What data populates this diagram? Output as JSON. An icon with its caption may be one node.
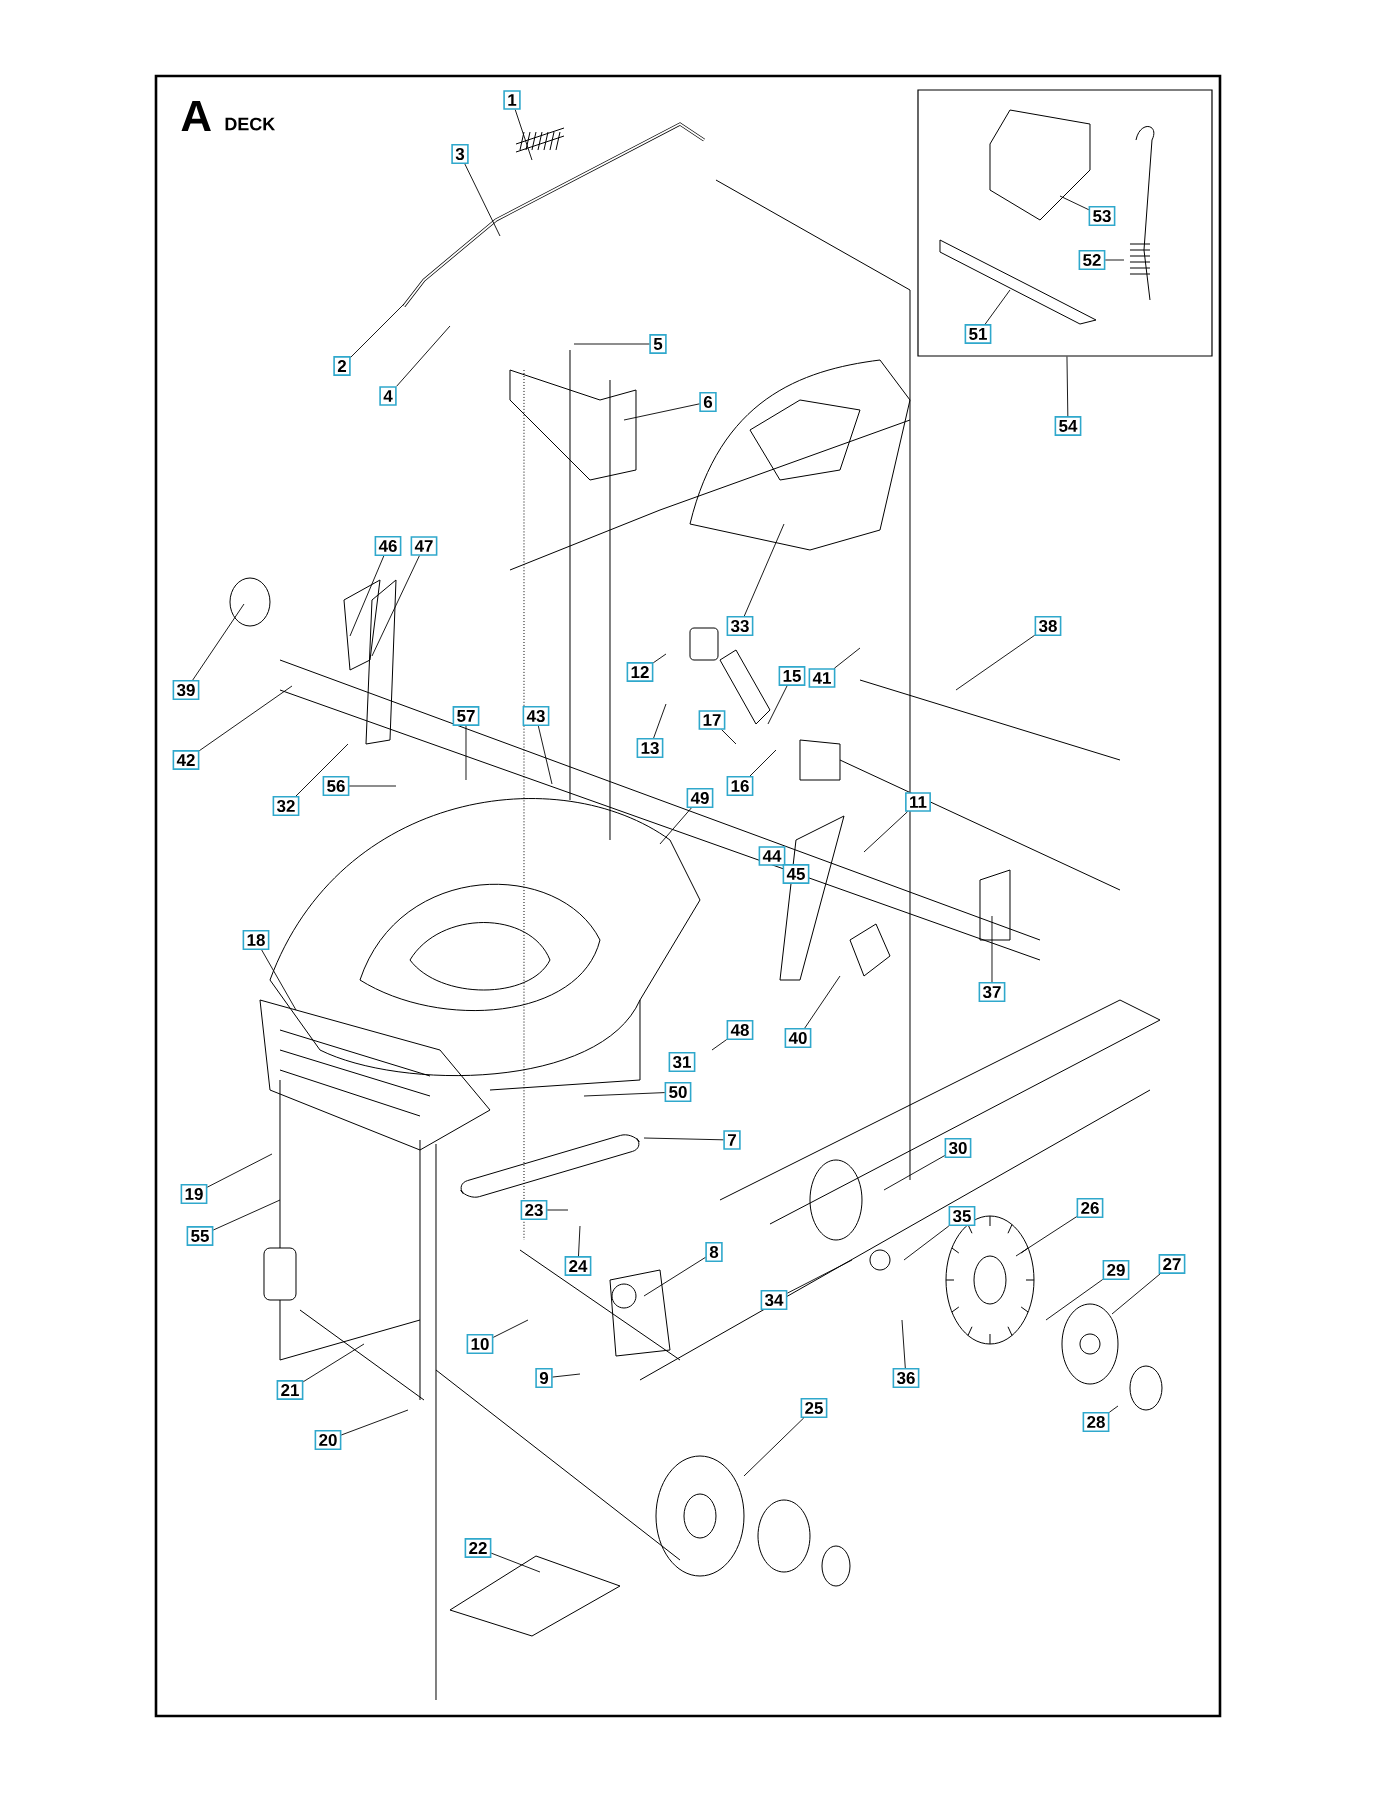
{
  "diagram": {
    "nodes": [
      {
        "text": [],
        "shape": "box"
      },
      {
        "text": [
          "53"
        ],
        "in": 0
      },
      {
        "text": [
          "52"
        ],
        "in": 0
      },
      {
        "text": [
          "51"
        ],
        "in": 0
      },
      {
        "text": [
          "1"
        ]
      },
      {
        "text": [
          "3"
        ]
      },
      {
        "text": [
          "2"
        ]
      },
      {
        "text": [
          "4"
        ]
      },
      {
        "text": [
          "5"
        ]
      },
      {
        "text": [
          "6"
        ]
      },
      {
        "text": [
          "54"
        ]
      },
      {
        "text": [
          "46"
        ]
      },
      {
        "text": [
          "47"
        ]
      },
      {
        "text": [
          "33"
        ]
      },
      {
        "text": [
          "38"
        ]
      },
      {
        "text": [
          "12"
        ]
      },
      {
        "text": [
          "15"
        ]
      },
      {
        "text": [
          "41"
        ]
      },
      {
        "text": [
          "39"
        ]
      },
      {
        "text": [
          "57"
        ]
      },
      {
        "text": [
          "43"
        ]
      },
      {
        "text": [
          "17"
        ]
      },
      {
        "text": [
          "13"
        ]
      },
      {
        "text": [
          "42"
        ]
      },
      {
        "text": [
          "56"
        ]
      },
      {
        "text": [
          "16"
        ]
      },
      {
        "text": [
          "32"
        ]
      },
      {
        "text": [
          "49"
        ]
      },
      {
        "text": [
          "11"
        ]
      },
      {
        "text": [
          "44"
        ]
      },
      {
        "text": [
          "45"
        ]
      },
      {
        "text": [
          "18"
        ]
      },
      {
        "text": [
          "37"
        ]
      },
      {
        "text": [
          "48"
        ]
      },
      {
        "text": [
          "40"
        ]
      },
      {
        "text": [
          "31"
        ]
      },
      {
        "text": [
          "50"
        ]
      },
      {
        "text": [
          "7"
        ]
      },
      {
        "text": [
          "30"
        ]
      },
      {
        "text": [
          "19"
        ]
      },
      {
        "text": [
          "23"
        ]
      },
      {
        "text": [
          "26"
        ]
      },
      {
        "text": [
          "35"
        ]
      },
      {
        "text": [
          "55"
        ]
      },
      {
        "text": [
          "24"
        ]
      },
      {
        "text": [
          "8"
        ]
      },
      {
        "text": [
          "29"
        ]
      },
      {
        "text": [
          "27"
        ]
      },
      {
        "text": [
          "34"
        ]
      },
      {
        "text": [
          "10"
        ]
      },
      {
        "text": [
          "9"
        ]
      },
      {
        "text": [
          "21"
        ]
      },
      {
        "text": [
          "36"
        ]
      },
      {
        "text": [
          "20"
        ]
      },
      {
        "text": [
          "25"
        ]
      },
      {
        "text": [
          "28"
        ]
      },
      {
        "text": [
          "22"
        ]
      }
    ],
    "edges": [
      {
        "from": 1,
        "to": null,
        "arrow": "none"
      },
      {
        "from": 2,
        "to": null,
        "arrow": "none"
      },
      {
        "from": 3,
        "to": null,
        "arrow": "none"
      },
      {
        "from": 4,
        "to": null,
        "arrow": "none"
      },
      {
        "from": 5,
        "to": null,
        "arrow": "none"
      },
      {
        "from": 6,
        "to": null,
        "arrow": "none"
      },
      {
        "from": 7,
        "to": null,
        "arrow": "none"
      },
      {
        "from": 8,
        "to": null,
        "arrow": "none"
      },
      {
        "from": 9,
        "to": null,
        "arrow": "none"
      },
      {
        "from": 10,
        "to": 0,
        "arrow": "none"
      },
      {
        "from": 11,
        "to": null,
        "arrow": "none"
      },
      {
        "from": 12,
        "to": null,
        "arrow": "none"
      },
      {
        "from": 13,
        "to": null,
        "arrow": "none"
      },
      {
        "from": 14,
        "to": null,
        "arrow": "none"
      },
      {
        "from": 15,
        "to": null,
        "arrow": "none"
      },
      {
        "from": 16,
        "to": null,
        "arrow": "none"
      },
      {
        "from": 17,
        "to": null,
        "arrow": "none"
      },
      {
        "from": 18,
        "to": null,
        "arrow": "none"
      },
      {
        "from": 19,
        "to": null,
        "arrow": "none"
      },
      {
        "from": 20,
        "to": null,
        "arrow": "none"
      },
      {
        "from": 21,
        "to": null,
        "arrow": "none"
      },
      {
        "from": 22,
        "to": null,
        "arrow": "none"
      },
      {
        "from": 23,
        "to": null,
        "arrow": "none"
      },
      {
        "from": 24,
        "to": null,
        "arrow": "none"
      },
      {
        "from": 25,
        "to": null,
        "arrow": "none"
      },
      {
        "from": 26,
        "to": null,
        "arrow": "none"
      },
      {
        "from": 27,
        "to": null,
        "arrow": "none"
      },
      {
        "from": 28,
        "to": null,
        "arrow": "none"
      },
      {
        "from": 31,
        "to": null,
        "arrow": "none"
      },
      {
        "from": 32,
        "to": null,
        "arrow": "none"
      },
      {
        "from": 33,
        "to": null,
        "arrow": "none"
      },
      {
        "from": 34,
        "to": null,
        "arrow": "none"
      },
      {
        "from": 36,
        "to": null,
        "arrow": "none"
      },
      {
        "from": 37,
        "to": null,
        "arrow": "none"
      },
      {
        "from": 38,
        "to": null,
        "arrow": "none"
      },
      {
        "from": 39,
        "to": null,
        "arrow": "none"
      },
      {
        "from": 40,
        "to": null,
        "arrow": "none"
      },
      {
        "from": 41,
        "to": null,
        "arrow": "none"
      },
      {
        "from": 42,
        "to": null,
        "arrow": "none"
      },
      {
        "from": 43,
        "to": null,
        "arrow": "none"
      },
      {
        "from": 44,
        "to": null,
        "arrow": "none"
      },
      {
        "from": 45,
        "to": null,
        "arrow": "none"
      },
      {
        "from": 46,
        "to": null,
        "arrow": "none"
      },
      {
        "from": 47,
        "to": null,
        "arrow": "none"
      },
      {
        "from": 48,
        "to": null,
        "arrow": "none"
      },
      {
        "from": 49,
        "to": null,
        "arrow": "none"
      },
      {
        "from": 50,
        "to": null,
        "arrow": "none"
      },
      {
        "from": 51,
        "to": null,
        "arrow": "none"
      },
      {
        "from": 52,
        "to": null,
        "arrow": "none"
      },
      {
        "from": 53,
        "to": null,
        "arrow": "none"
      },
      {
        "from": 54,
        "to": null,
        "arrow": "none"
      },
      {
        "from": 55,
        "to": null,
        "arrow": "none"
      },
      {
        "from": 56,
        "to": null,
        "arrow": "none"
      }
    ],
    "labels": [
      "A",
      "DECK"
    ]
  }
}
